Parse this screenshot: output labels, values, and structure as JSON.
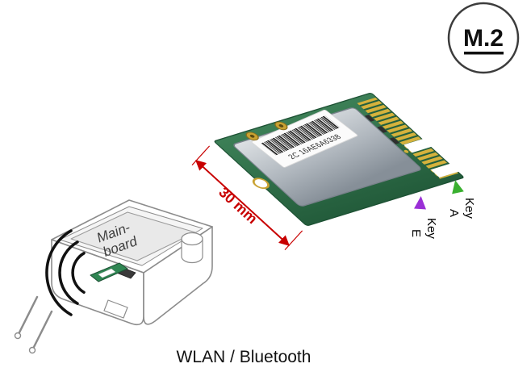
{
  "badge": {
    "label": "M.2"
  },
  "module": {
    "sticker_code": "2C 16AE6A6338",
    "dimension_label": "30 mm",
    "key_e": {
      "word": "Key",
      "letter": "E"
    },
    "key_a": {
      "word": "Key",
      "letter": "A"
    }
  },
  "drawing": {
    "mainboard_label": {
      "line1": "Main-",
      "line2": "board"
    }
  },
  "caption": "WLAN / Bluetooth",
  "colors": {
    "dimension_red": "#c80000",
    "key_e_purple": "#9a2fd6",
    "key_a_green": "#39b02f",
    "pcb_green": "#2e7a4e",
    "connector_gold": "#c9a232",
    "shield_gray": "#b0b7be"
  }
}
